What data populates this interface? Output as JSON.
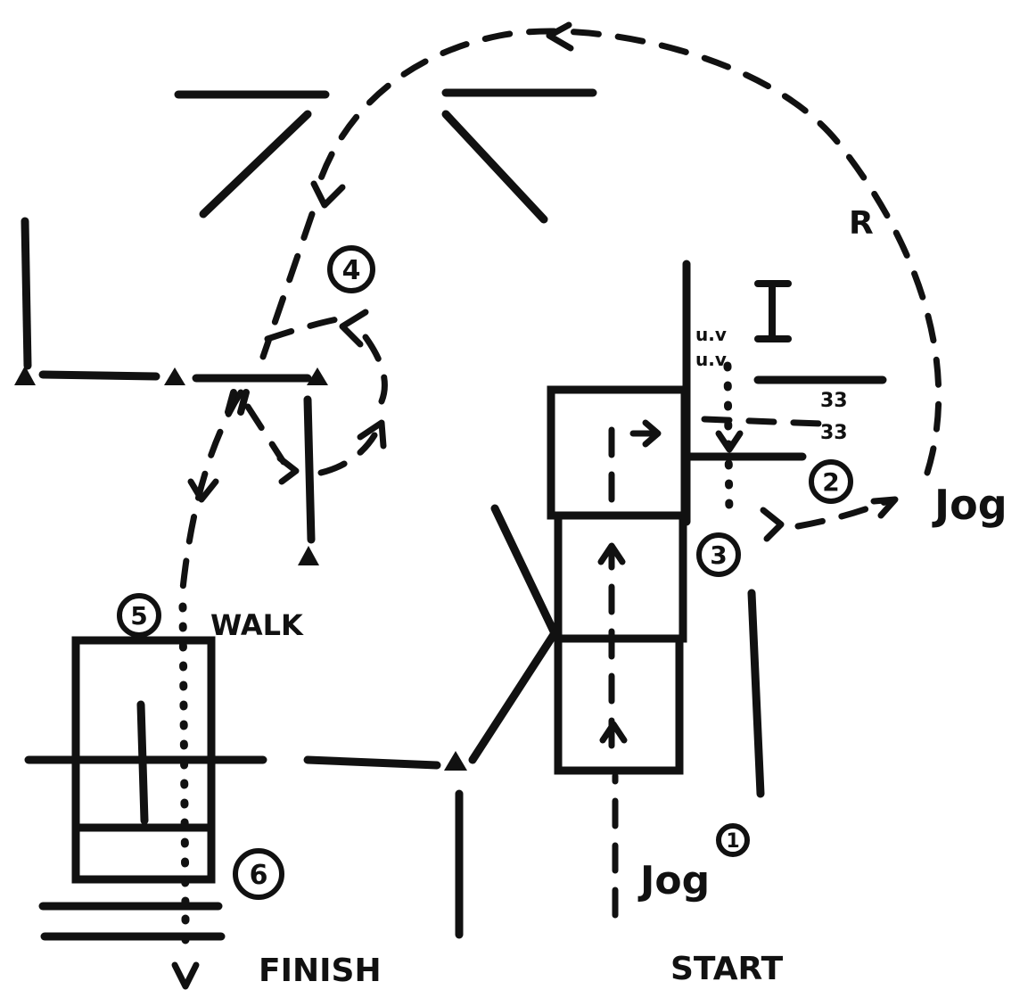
{
  "labels": {
    "jog_start": "Jog",
    "jog_right": "Jog",
    "walk": "WALK",
    "finish": "FINISH",
    "start": "START",
    "r_mark": "R",
    "i_mark": "I"
  },
  "steps": [
    "1",
    "2",
    "3",
    "4",
    "5",
    "6"
  ],
  "colors": {
    "ink": "#111111",
    "paper": "#ffffff"
  }
}
